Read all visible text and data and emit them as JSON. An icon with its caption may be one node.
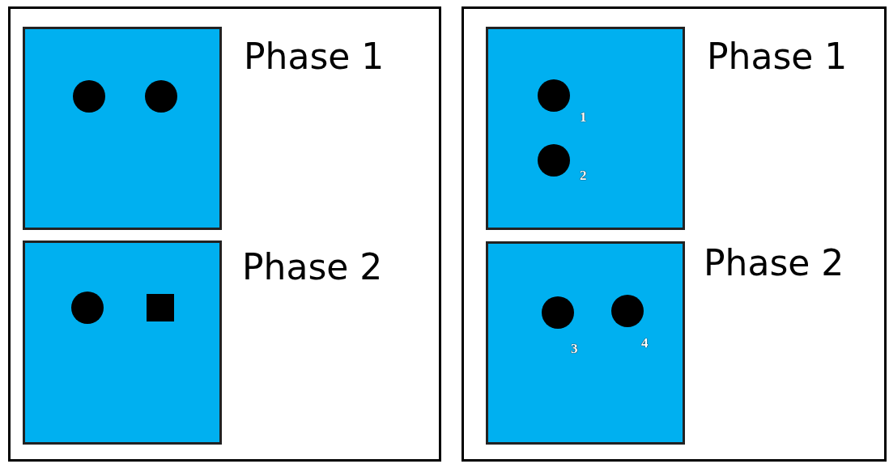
{
  "diagram": {
    "nodes": [
      {
        "text": [],
        "shape": "box"
      },
      {
        "text": [
          "Phase 1"
        ],
        "in": 0
      },
      {
        "text": [
          "Phase 2"
        ],
        "in": 0
      },
      {
        "text": [],
        "shape": "box"
      },
      {
        "text": [
          "Phase 1"
        ],
        "in": 3
      },
      {
        "text": [
          "Phase 2"
        ],
        "in": 3
      }
    ],
    "labels": [
      "1",
      "2",
      "3",
      "4"
    ]
  }
}
